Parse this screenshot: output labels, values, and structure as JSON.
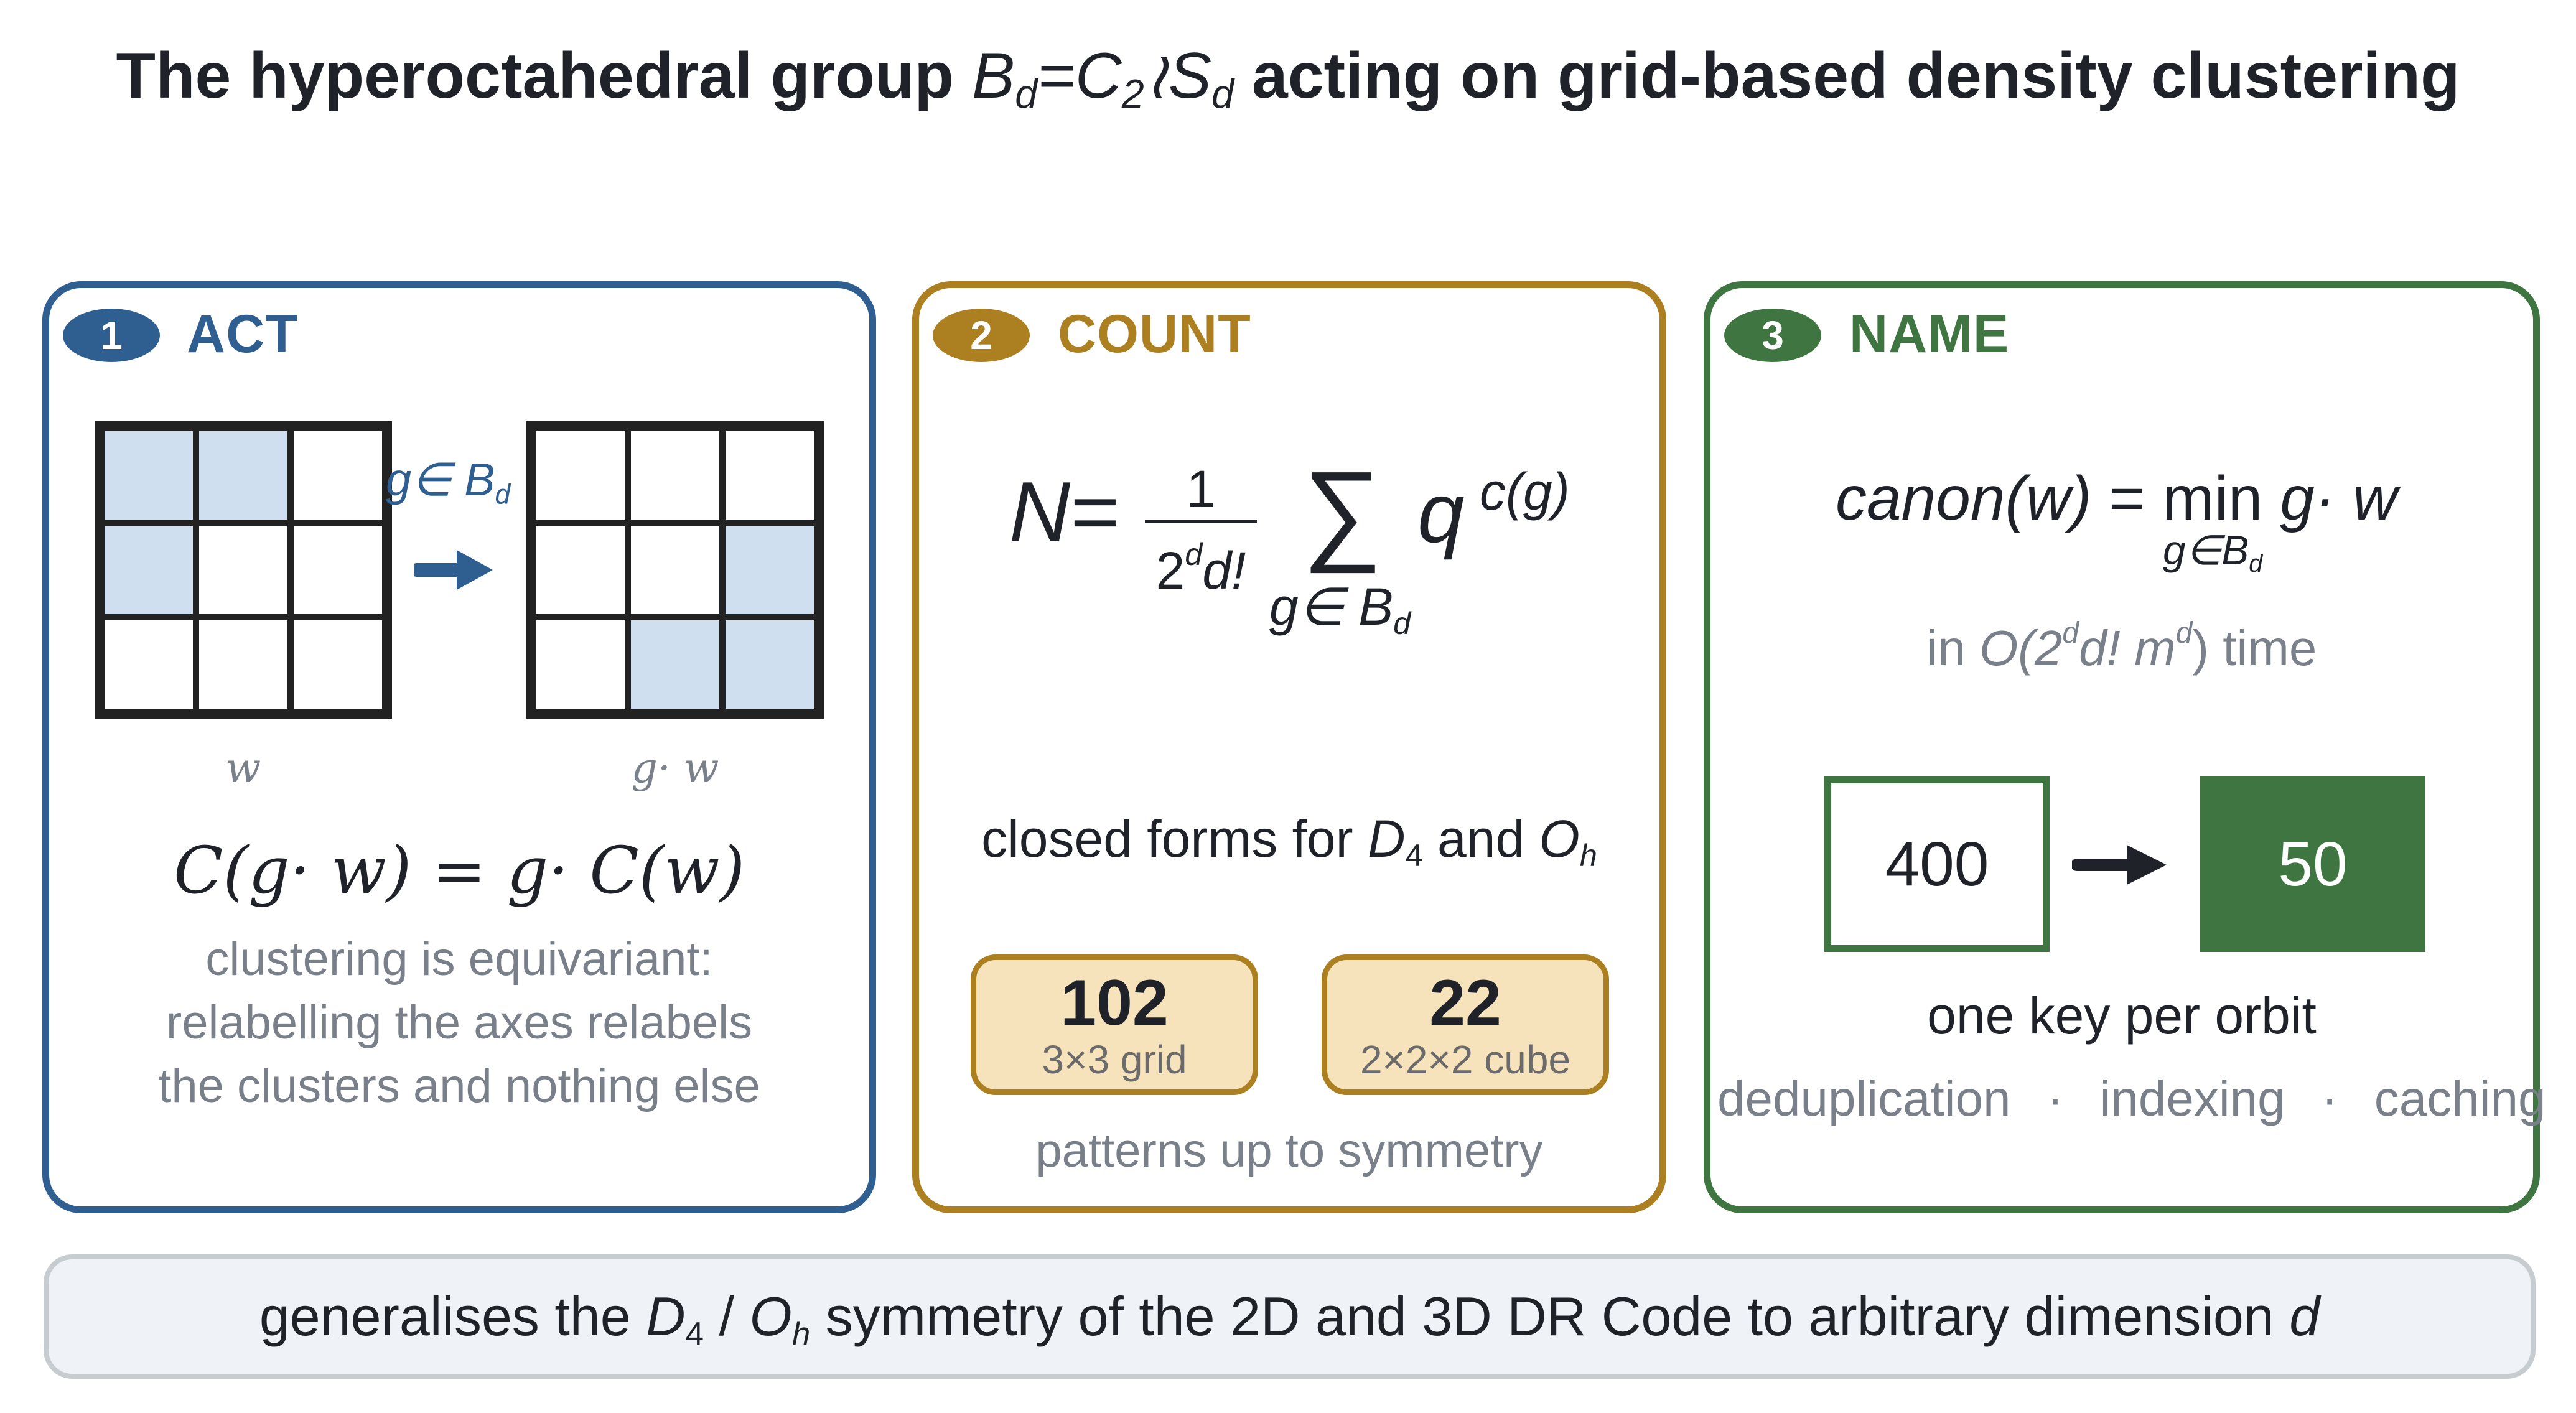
{
  "title": {
    "prefix": "The hyperoctahedral group ",
    "group_symbol": "B",
    "group_index": "d",
    "equals": "=",
    "factor1": "C",
    "factor1_index": "2",
    "wreath": "≀",
    "factor2": "S",
    "factor2_index": "d",
    "suffix": " acting on grid-based density clustering"
  },
  "colors": {
    "act": "#2f5f91",
    "count": "#ac7f20",
    "name": "#3f7540",
    "cell_filled": "#cfdff0",
    "count_box_fill": "#f6e3bb",
    "footer_fill": "#eff3f7"
  },
  "panels": {
    "act": {
      "number": "1",
      "title": "ACT",
      "arrow_label": "g∈ B",
      "arrow_label_index": "d",
      "grid_left_label": "w",
      "grid_right_label": "g· w",
      "grid_left_cells": [
        1,
        1,
        0,
        1,
        0,
        0,
        0,
        0,
        0
      ],
      "grid_right_cells": [
        0,
        0,
        0,
        0,
        0,
        1,
        0,
        1,
        1
      ],
      "formula": "C(g· w) = g· C(w)",
      "caption_lines": [
        "clustering is equivariant:",
        "relabelling the axes relabels",
        "the clusters and nothing else"
      ]
    },
    "count": {
      "number": "2",
      "title": "COUNT",
      "formula_lhs": "N",
      "formula_eq": "=",
      "frac_num": "1",
      "frac_den_base": "2",
      "frac_den_exp": "d",
      "frac_den_rest": "d!",
      "sum_symbol": "∑",
      "sum_sub": "g∈ B",
      "sum_sub_index": "d",
      "term": "q",
      "term_exp": "c(g)",
      "closed_forms_text": "closed forms for ",
      "closed_forms_d": "D",
      "closed_forms_d_index": "4",
      "closed_forms_and": " and ",
      "closed_forms_o": "O",
      "closed_forms_o_index": "h",
      "boxes": [
        {
          "value": "102",
          "label": "3×3 grid"
        },
        {
          "value": "22",
          "label": "2×2×2 cube"
        }
      ],
      "caption": "patterns up to symmetry"
    },
    "name": {
      "number": "3",
      "title": "NAME",
      "formula_lhs": "canon(w)",
      "formula_eq": "=",
      "formula_min": "min",
      "formula_rhs": "g· w",
      "formula_sub": "g∈B",
      "formula_sub_index": "d",
      "time_prefix": "in ",
      "time_big_o": "O(2",
      "time_exp1": "d",
      "time_mid": "d!  m",
      "time_exp2": "d",
      "time_close": ")",
      "time_suffix": " time",
      "from_value": "400",
      "to_value": "50",
      "caption": "one key per orbit",
      "uses": [
        "deduplication",
        "·",
        "indexing",
        "·",
        "caching"
      ]
    }
  },
  "footer": {
    "prefix": "generalises the ",
    "d": "D",
    "d_index": "4",
    "slash": " / ",
    "o": "O",
    "o_index": "h",
    "middle": " symmetry of the 2D and 3D DR Code to arbitrary dimension ",
    "dim": "d"
  }
}
